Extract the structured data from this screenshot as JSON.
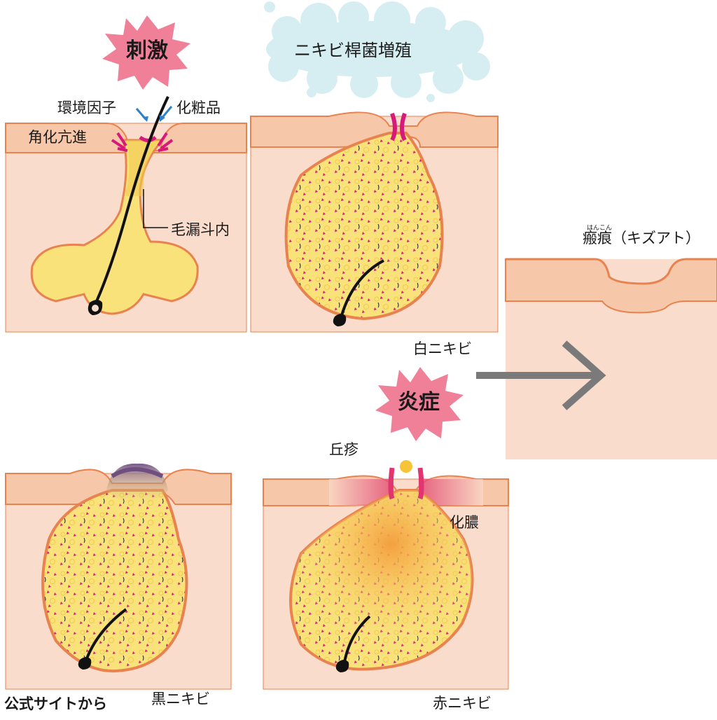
{
  "bursts": {
    "irritation": "刺激",
    "inflammation": "炎症"
  },
  "cloud": {
    "bacteria": "ニキビ桿菌増殖"
  },
  "labels": {
    "environment": "環境因子",
    "cosmetics": "化粧品",
    "keratin": "角化亢進",
    "infundibulum": "毛漏斗内",
    "scar": "瘢痕（キズアト）",
    "scar_ruby": "はんこん",
    "papule": "丘疹",
    "pus": "化膿"
  },
  "captions": {
    "white": "白ニキビ",
    "black": "黒ニキビ",
    "red": "赤ニキビ"
  },
  "source": "公式サイトから",
  "colors": {
    "skin": "#f9dccc",
    "skin_layer": "#f6c7a8",
    "outline": "#e8834f",
    "sebum": "#f9e27a",
    "dots": "#d6197a",
    "inflamed": "#e0356e",
    "arrow": "#7a7a7a",
    "burst": "#ec6a86",
    "cloud": "#d6eef2"
  }
}
